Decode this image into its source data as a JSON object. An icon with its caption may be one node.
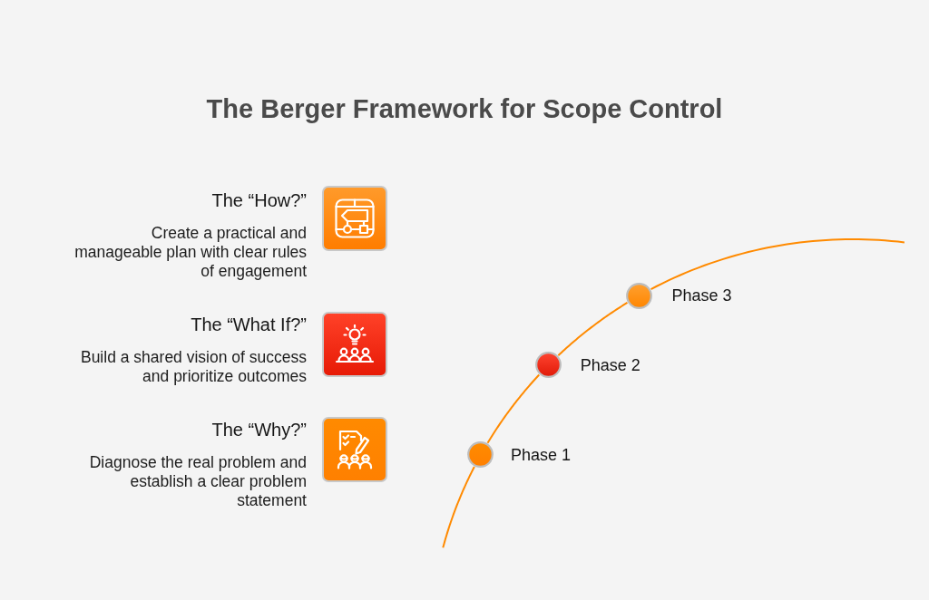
{
  "diagram": {
    "title": "The Berger Framework for Scope Control",
    "nodes": [
      {
        "text": [],
        "shape": "box",
        "beside": [
          "The “How?”",
          "Create a practical and manageable plan with clear rules of engagement"
        ]
      },
      {
        "text": [],
        "shape": "box",
        "beside": [
          "The “What If?”",
          "Build a shared vision of success and prioritize outcomes"
        ]
      },
      {
        "text": [],
        "shape": "box",
        "beside": [
          "The “Why?”",
          "Diagnose the real problem and establish a clear problem statement"
        ]
      },
      {
        "text": [],
        "shape": "circle",
        "beside": [
          "Phase 3"
        ]
      },
      {
        "text": [],
        "shape": "circle",
        "beside": [
          "Phase 2"
        ]
      },
      {
        "text": [],
        "shape": "circle",
        "beside": [
          "Phase 1"
        ]
      }
    ],
    "edges": [
      {
        "from": null,
        "to": 5,
        "arrow": "none"
      },
      {
        "from": 5,
        "to": 4,
        "arrow": "none"
      },
      {
        "from": 4,
        "to": 3,
        "arrow": "none"
      },
      {
        "from": 3,
        "to": null,
        "arrow": "none"
      }
    ]
  }
}
